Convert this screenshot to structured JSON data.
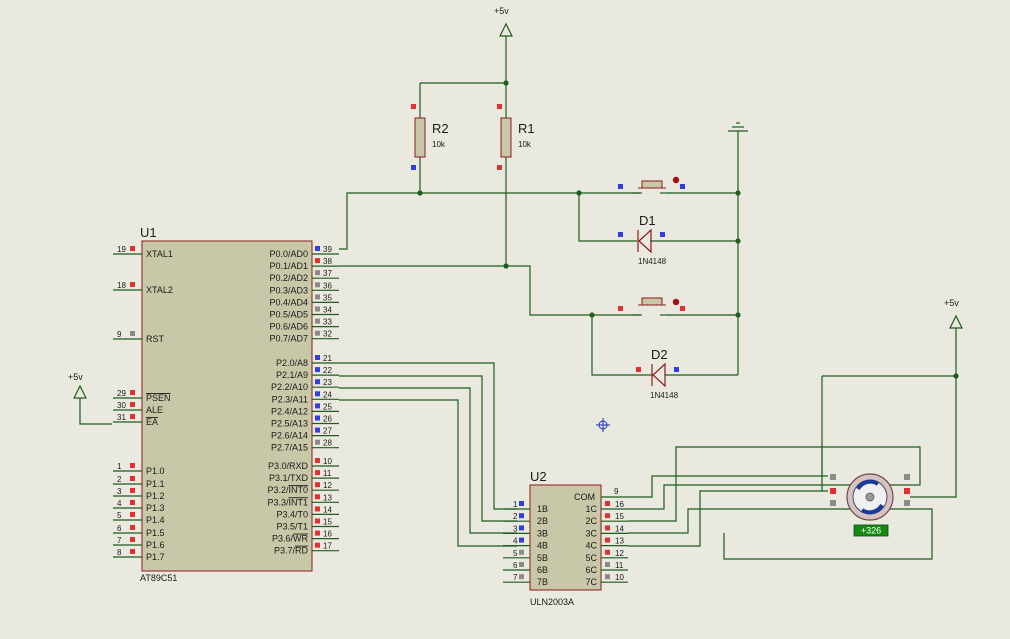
{
  "supplies": {
    "top": "+5v",
    "right": "+5v",
    "left": "+5v"
  },
  "resistors": [
    {
      "ref": "R2",
      "value": "10k"
    },
    {
      "ref": "R1",
      "value": "10k"
    }
  ],
  "diodes": [
    {
      "ref": "D1",
      "value": "1N4148"
    },
    {
      "ref": "D2",
      "value": "1N4148"
    }
  ],
  "u1": {
    "ref": "U1",
    "part": "AT89C51",
    "left_pins": [
      {
        "num": "19",
        "name": "XTAL1"
      },
      {
        "num": "18",
        "name": "XTAL2"
      },
      {
        "num": "9",
        "name": "RST"
      },
      {
        "num": "29",
        "name": "PSEN",
        "bar": true
      },
      {
        "num": "30",
        "name": "ALE"
      },
      {
        "num": "31",
        "name": "EA",
        "bar": true
      },
      {
        "num": "1",
        "name": "P1.0"
      },
      {
        "num": "2",
        "name": "P1.1"
      },
      {
        "num": "3",
        "name": "P1.2"
      },
      {
        "num": "4",
        "name": "P1.3"
      },
      {
        "num": "5",
        "name": "P1.4"
      },
      {
        "num": "6",
        "name": "P1.5"
      },
      {
        "num": "7",
        "name": "P1.6"
      },
      {
        "num": "8",
        "name": "P1.7"
      }
    ],
    "right_pins": [
      {
        "num": "39",
        "name": "P0.0/AD0"
      },
      {
        "num": "38",
        "name": "P0.1/AD1"
      },
      {
        "num": "37",
        "name": "P0.2/AD2"
      },
      {
        "num": "36",
        "name": "P0.3/AD3"
      },
      {
        "num": "35",
        "name": "P0.4/AD4"
      },
      {
        "num": "34",
        "name": "P0.5/AD5"
      },
      {
        "num": "33",
        "name": "P0.6/AD6"
      },
      {
        "num": "32",
        "name": "P0.7/AD7"
      },
      {
        "num": "21",
        "name": "P2.0/A8"
      },
      {
        "num": "22",
        "name": "P2.1/A9"
      },
      {
        "num": "23",
        "name": "P2.2/A10"
      },
      {
        "num": "24",
        "name": "P2.3/A11"
      },
      {
        "num": "25",
        "name": "P2.4/A12"
      },
      {
        "num": "26",
        "name": "P2.5/A13"
      },
      {
        "num": "27",
        "name": "P2.6/A14"
      },
      {
        "num": "28",
        "name": "P2.7/A15"
      },
      {
        "num": "10",
        "name": "P3.0/RXD"
      },
      {
        "num": "11",
        "name": "P3.1/TXD"
      },
      {
        "num": "12",
        "name": "P3.2/INT0",
        "bar_part": "INT0"
      },
      {
        "num": "13",
        "name": "P3.3/INT1",
        "bar_part": "INT1"
      },
      {
        "num": "14",
        "name": "P3.4/T0"
      },
      {
        "num": "15",
        "name": "P3.5/T1"
      },
      {
        "num": "16",
        "name": "P3.6/WR",
        "bar_part": "WR"
      },
      {
        "num": "17",
        "name": "P3.7/RD",
        "bar_part": "RD"
      }
    ]
  },
  "u2": {
    "ref": "U2",
    "part": "ULN2003A",
    "left_pins": [
      {
        "num": "1",
        "name": "1B"
      },
      {
        "num": "2",
        "name": "2B"
      },
      {
        "num": "3",
        "name": "3B"
      },
      {
        "num": "4",
        "name": "4B"
      },
      {
        "num": "5",
        "name": "5B"
      },
      {
        "num": "6",
        "name": "6B"
      },
      {
        "num": "7",
        "name": "7B"
      }
    ],
    "com": {
      "num": "9",
      "name": "COM"
    },
    "right_pins": [
      {
        "num": "16",
        "name": "1C"
      },
      {
        "num": "15",
        "name": "2C"
      },
      {
        "num": "14",
        "name": "3C"
      },
      {
        "num": "13",
        "name": "4C"
      },
      {
        "num": "12",
        "name": "5C"
      },
      {
        "num": "11",
        "name": "6C"
      },
      {
        "num": "10",
        "name": "7C"
      }
    ]
  },
  "motor": {
    "readout": "+326"
  },
  "colors": {
    "wire": "#1f5c1f",
    "body_fill": "#c8c8a8",
    "body_stroke": "#8b1a1a",
    "pin_red": "#e03030",
    "pin_blue": "#3040e0",
    "pin_gray": "#8a8a8a",
    "readout_bg": "#148a14"
  }
}
